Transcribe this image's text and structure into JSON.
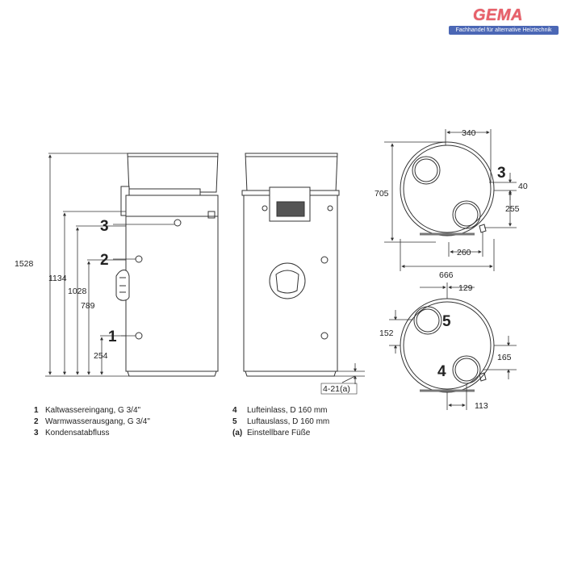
{
  "logo": {
    "brand": "GEMA",
    "tagline": "Fachhandel für alternative Heiztechnik"
  },
  "side_view": {
    "dims": {
      "total_height": "1528",
      "d_1134": "1134",
      "d_1028": "1028",
      "d_789": "789",
      "d_254": "254"
    },
    "markers": {
      "m1": "1",
      "m2": "2",
      "m3": "3"
    }
  },
  "front_view": {
    "feet_dim": "4-21(a)"
  },
  "top_view_1": {
    "dims": {
      "w340": "340",
      "d705": "705",
      "d40": "40",
      "d255": "255",
      "w260": "260",
      "w666": "666"
    },
    "markers": {
      "m3": "3"
    }
  },
  "top_view_2": {
    "dims": {
      "w129": "129",
      "d152": "152",
      "d165": "165",
      "w113": "113"
    },
    "markers": {
      "m4": "4",
      "m5": "5"
    }
  },
  "legend_left": [
    {
      "num": "1",
      "text": "Kaltwassereingang, G 3/4\""
    },
    {
      "num": "2",
      "text": "Warmwasserausgang, G 3/4\""
    },
    {
      "num": "3",
      "text": "Kondensatabfluss"
    }
  ],
  "legend_right": [
    {
      "num": "4",
      "text": "Lufteinlass, D 160 mm"
    },
    {
      "num": "5",
      "text": "Luftauslass, D 160 mm"
    },
    {
      "num": "(a)",
      "text": "Einstellbare Füße"
    }
  ],
  "colors": {
    "line": "#333333",
    "logo_red": "#e8606a",
    "logo_blue": "#4b67b5"
  }
}
